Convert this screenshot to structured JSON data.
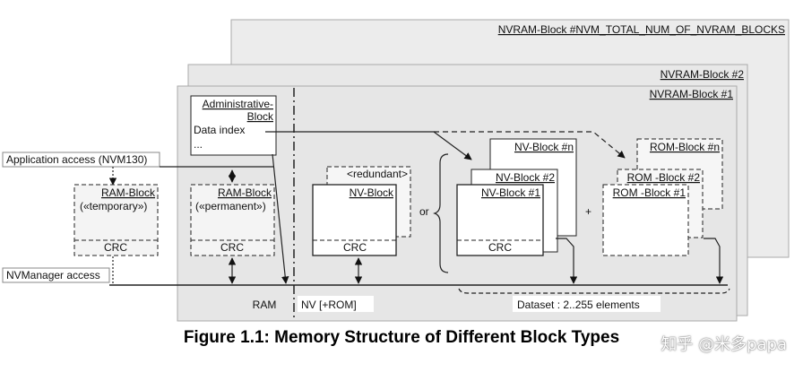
{
  "panels": {
    "total": "NVRAM-Block #NVM_TOTAL_NUM_OF_NVRAM_BLOCKS",
    "block2": "NVRAM-Block #2",
    "block1": "NVRAM-Block #1"
  },
  "admin": {
    "title_line1": "Administrative-",
    "title_line2": "Block",
    "data_index": "Data index",
    "ellipsis": "..."
  },
  "access": {
    "application": "Application access (NVM130)",
    "nvmanager": "NVManager access"
  },
  "ram_temp": {
    "title": "RAM-Block",
    "subtitle": "(«temporary»)",
    "crc": "CRC"
  },
  "ram_perm": {
    "title": "RAM-Block",
    "subtitle": "(«permanent»)",
    "crc": "CRC"
  },
  "nv_single": {
    "redundant": "<redundant>",
    "title": "NV-Block",
    "crc": "CRC"
  },
  "or_label": "or",
  "plus_label": "+",
  "nv_stack": {
    "n": "NV-Block #n",
    "b2": "NV-Block #2",
    "b1": "NV-Block #1",
    "crc": "CRC"
  },
  "rom_stack": {
    "n": "ROM-Block #n",
    "b2": "ROM -Block #2",
    "b1": "ROM -Block #1"
  },
  "bottom": {
    "ram": "RAM",
    "nv": "NV [+ROM]",
    "dataset": "Dataset : 2..255 elements"
  },
  "caption": "Figure 1.1: Memory Structure of Different Block Types",
  "watermark": "知乎 @米多papa"
}
